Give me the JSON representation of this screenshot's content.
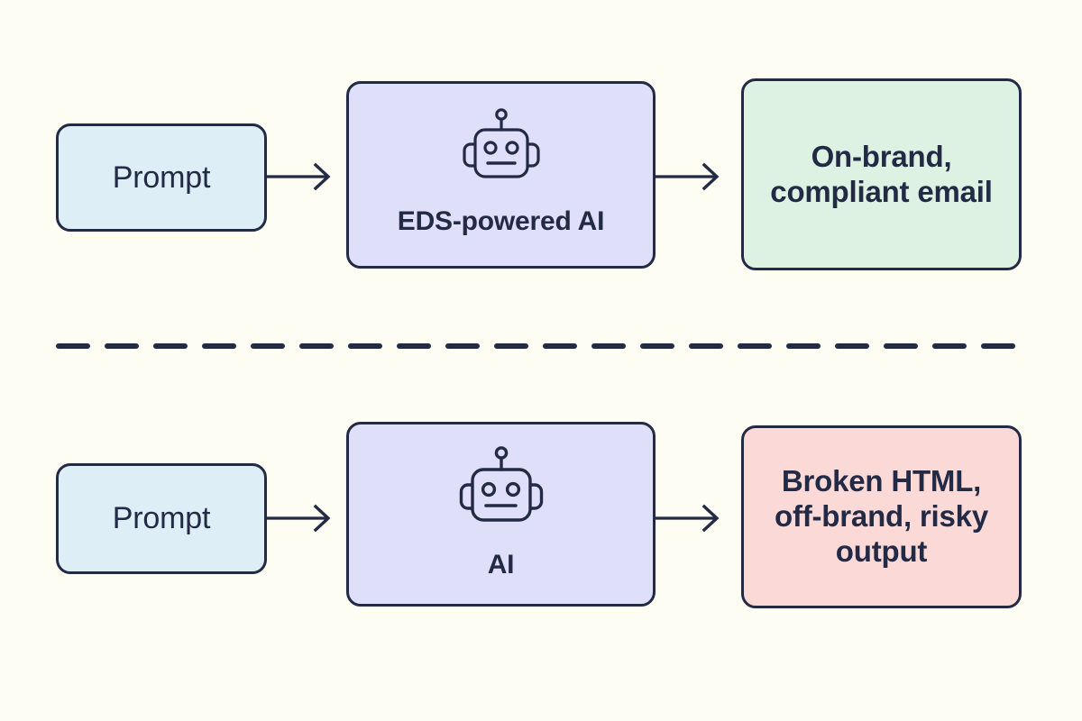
{
  "diagram": {
    "title": "EDS-powered AI vs plain AI email generation comparison",
    "background_color": "#fefdf3",
    "stroke_color": "#232a45",
    "rows": [
      {
        "id": "with-eds",
        "nodes": [
          {
            "id": "prompt-top",
            "label": "Prompt",
            "fill": "#ddeef6",
            "icon": null
          },
          {
            "id": "eds-ai",
            "label": "EDS-powered AI",
            "fill": "#e0dff9",
            "icon": "robot-icon"
          },
          {
            "id": "good-output",
            "label": "On-brand, compliant email",
            "fill": "#ddf2e2",
            "icon": null
          }
        ],
        "arrows": [
          {
            "id": "arrow-top-1",
            "direction": "right"
          },
          {
            "id": "arrow-top-2",
            "direction": "right"
          }
        ]
      },
      {
        "id": "without-eds",
        "nodes": [
          {
            "id": "prompt-bottom",
            "label": "Prompt",
            "fill": "#ddeef6",
            "icon": null
          },
          {
            "id": "plain-ai",
            "label": "AI",
            "fill": "#e0dff9",
            "icon": "robot-icon"
          },
          {
            "id": "bad-output",
            "label": "Broken HTML, off-brand, risky output",
            "fill": "#fbd9d7",
            "icon": null
          }
        ],
        "arrows": [
          {
            "id": "arrow-bottom-1",
            "direction": "right"
          },
          {
            "id": "arrow-bottom-2",
            "direction": "right"
          }
        ]
      }
    ],
    "divider": {
      "style": "dashed",
      "color": "#232a45"
    }
  }
}
